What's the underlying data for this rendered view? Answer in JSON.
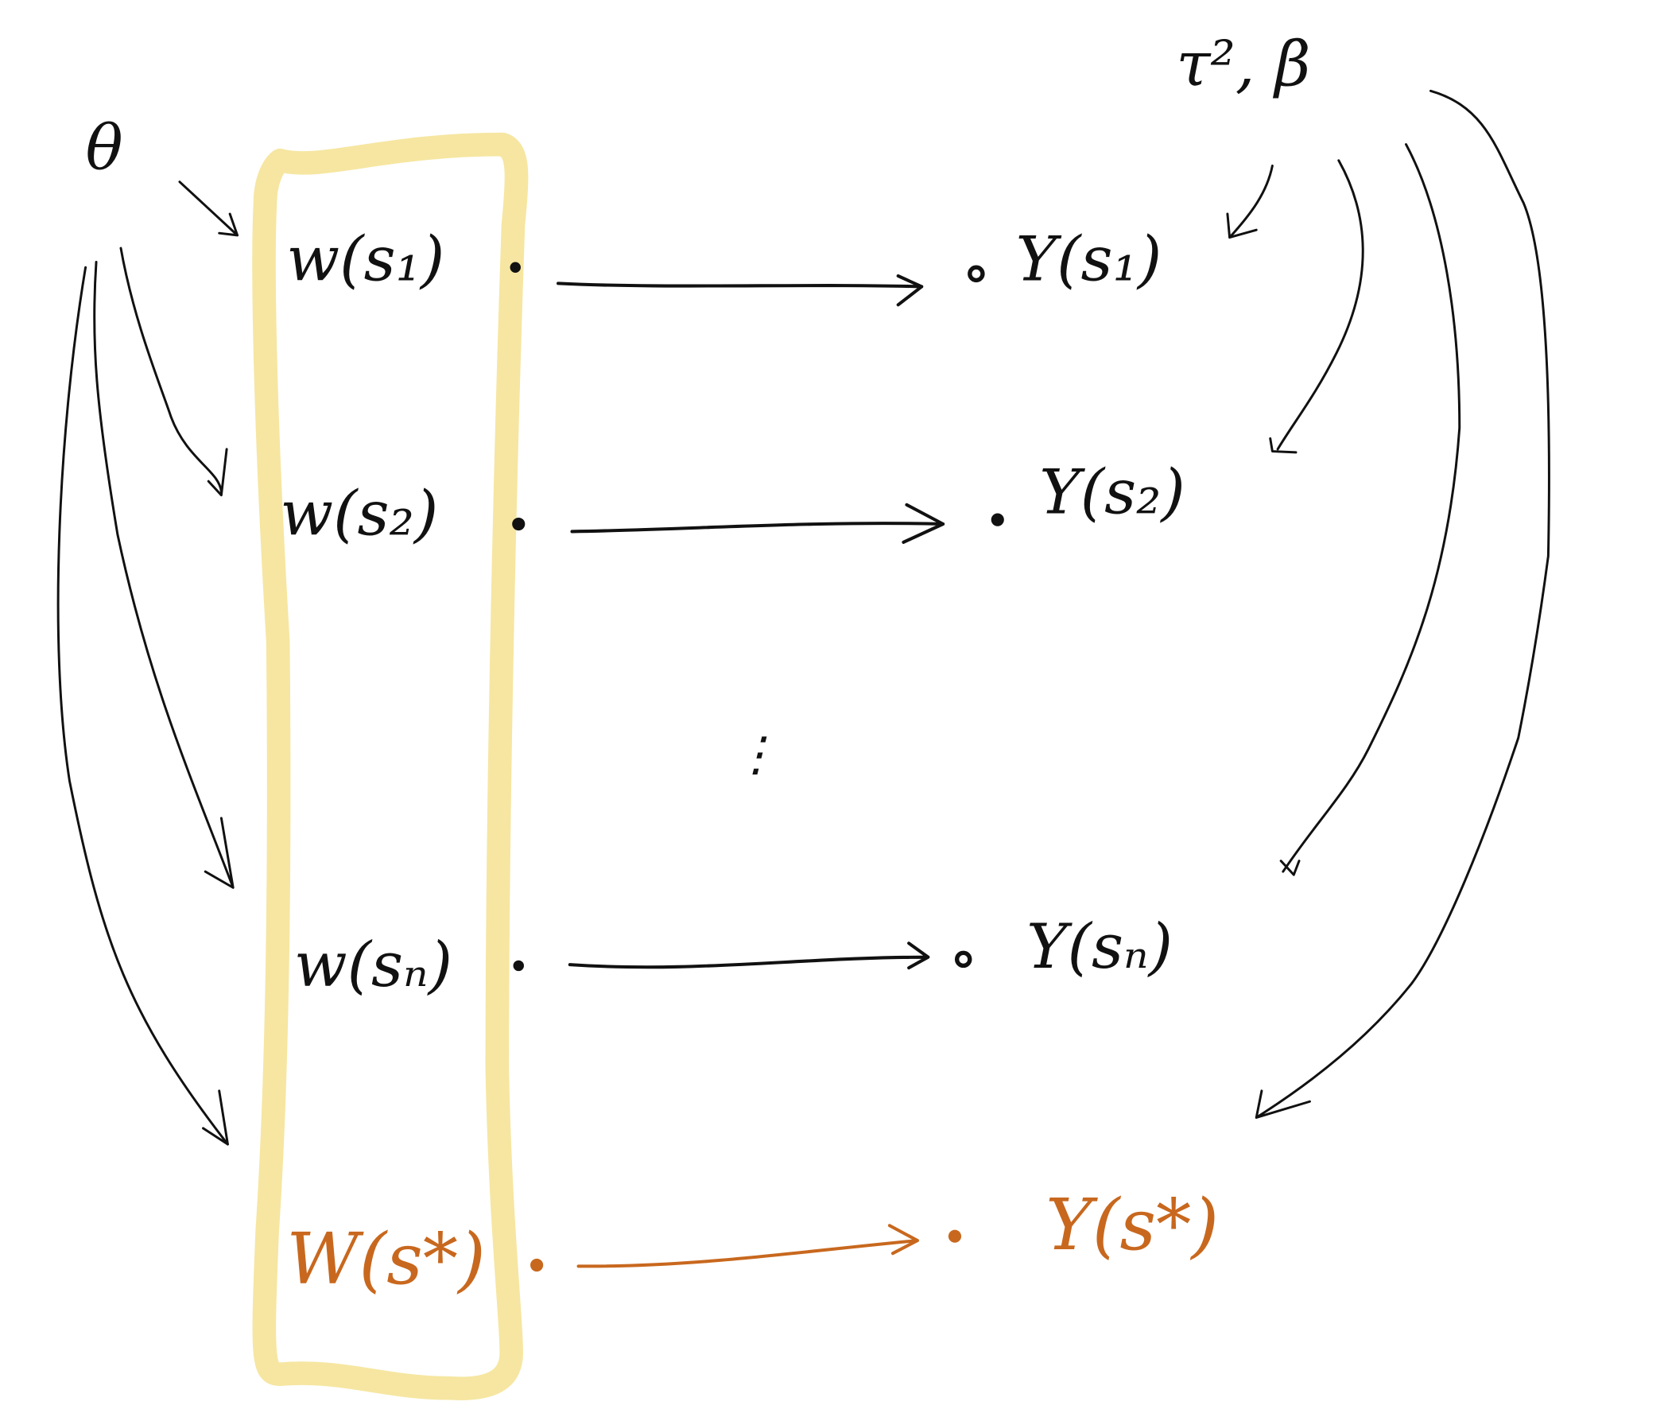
{
  "parameters": {
    "theta": "θ",
    "tau_beta": "τ², β"
  },
  "latent": [
    "w(s₁)",
    "w(s₂)",
    "w(sₙ)",
    "W(s*)"
  ],
  "observed": [
    "Y(s₁)",
    "Y(s₂)",
    "Y(sₙ)",
    "Y(s*)"
  ],
  "ellipsis": "⋮",
  "colors": {
    "highlight": "#f6e6a1",
    "ink": "#111111",
    "prediction": "#c8681e"
  }
}
